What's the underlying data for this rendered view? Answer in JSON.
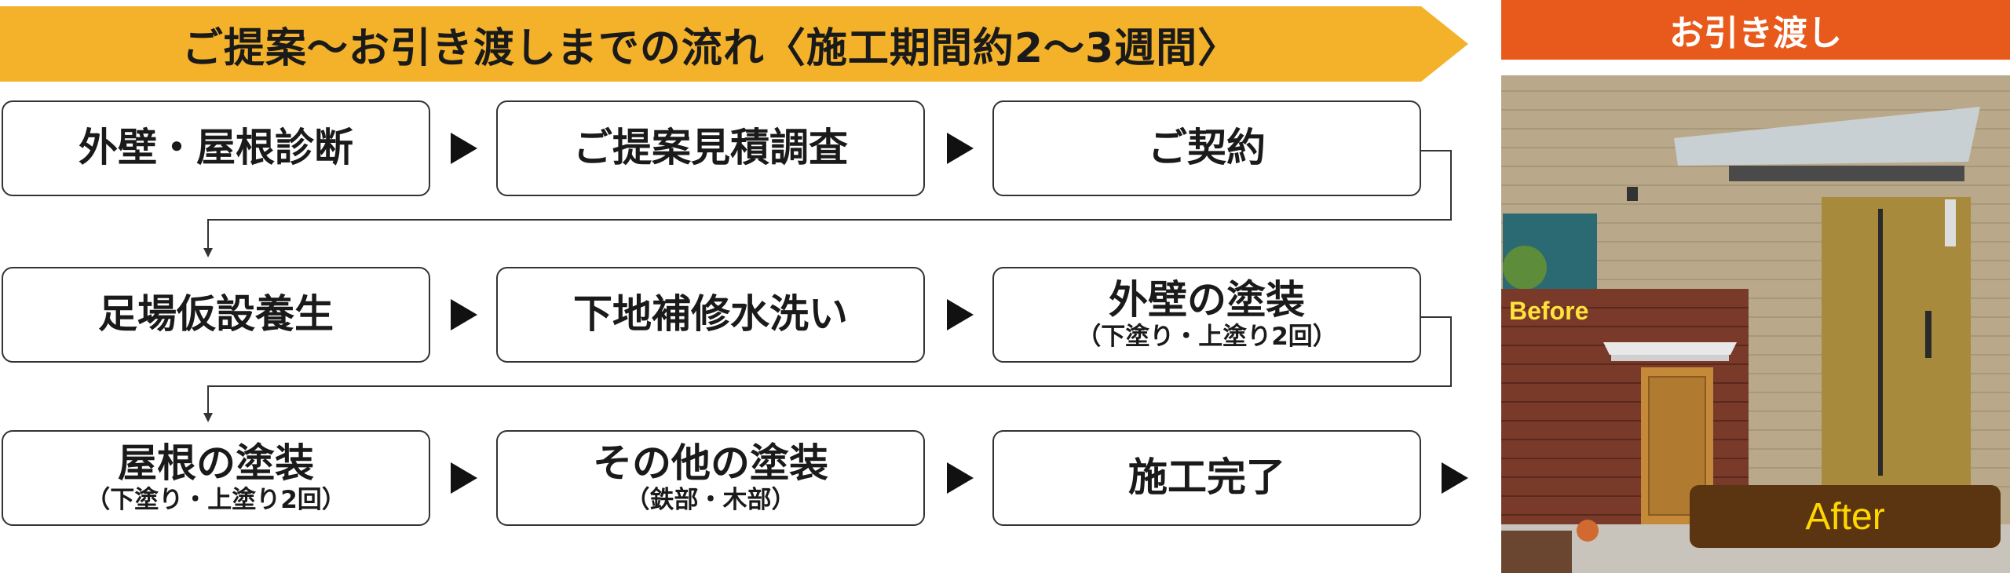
{
  "header": {
    "title": "ご提案～お引き渡しまでの流れ〈施工期間約2～3週間〉"
  },
  "steps": [
    {
      "main": "外壁・屋根診断",
      "sub": ""
    },
    {
      "main": "ご提案見積調査",
      "sub": ""
    },
    {
      "main": "ご契約",
      "sub": ""
    },
    {
      "main": "足場仮設養生",
      "sub": ""
    },
    {
      "main": "下地補修水洗い",
      "sub": ""
    },
    {
      "main": "外壁の塗装",
      "sub": "（下塗り・上塗り2回）"
    },
    {
      "main": "屋根の塗装",
      "sub": "（下塗り・上塗り2回）"
    },
    {
      "main": "その他の塗装",
      "sub": "（鉄部・木部）"
    },
    {
      "main": "施工完了",
      "sub": ""
    }
  ],
  "handover": {
    "title": "お引き渡し",
    "before_label": "Before",
    "after_label": "After"
  },
  "colors": {
    "banner": "#f3b22a",
    "handover_bar": "#e85a1c",
    "after_badge": "#5b3411",
    "after_text": "#ffd700"
  }
}
